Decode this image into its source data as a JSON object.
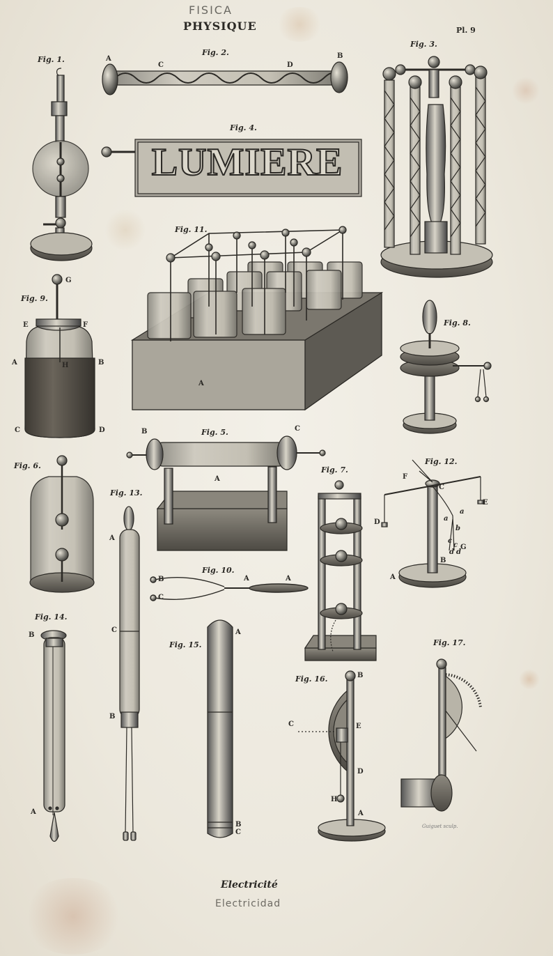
{
  "header": {
    "title_es": "FISICA",
    "title_fr": "PHYSIQUE",
    "plate_number": "Pl. 9"
  },
  "figures": {
    "fig1": "Fig. 1.",
    "fig2": "Fig. 2.",
    "fig3": "Fig. 3.",
    "fig4": "Fig. 4.",
    "fig5": "Fig. 5.",
    "fig6": "Fig. 6.",
    "fig7": "Fig. 7.",
    "fig8": "Fig. 8.",
    "fig9": "Fig. 9.",
    "fig10": "Fig. 10.",
    "fig11": "Fig. 11.",
    "fig12": "Fig. 12.",
    "fig13": "Fig. 13.",
    "fig14": "Fig. 14.",
    "fig15": "Fig. 15.",
    "fig16": "Fig. 16.",
    "fig17": "Fig. 17."
  },
  "lumiere_sign": "LUMIERE",
  "letters": {
    "A": "A",
    "B": "B",
    "C": "C",
    "D": "D",
    "E": "E",
    "F": "F",
    "G": "G",
    "H": "H",
    "a": "a",
    "b": "b",
    "c": "c",
    "d": "d"
  },
  "footer": {
    "caption_fr": "Electricité",
    "caption_es": "Electricidad",
    "engraver": "Guiguet sculp."
  }
}
